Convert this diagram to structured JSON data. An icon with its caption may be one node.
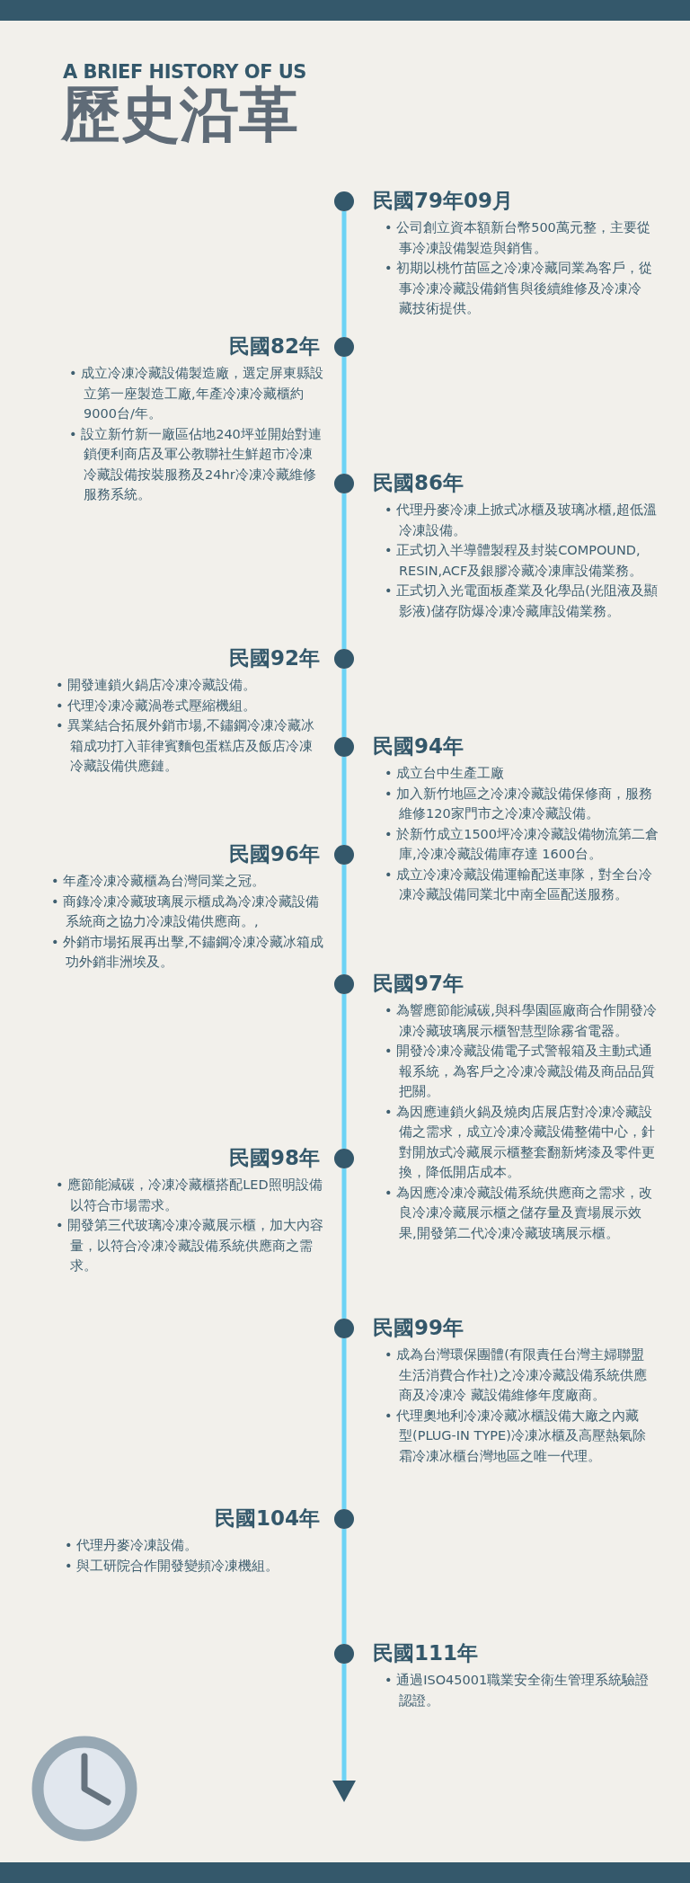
{
  "diagram": {
    "title": "歷史沿革",
    "nodes": [
      {
        "text": [],
        "shape": "circle",
        "beside": [
          "民國79年09月",
          "• 公司創立資本額新台幣500萬元整，主要從事冷凍設備製造與銷售。",
          "• 初期以桃竹苗區之冷凍冷藏同業為客戶，從事冷凍冷藏設備銷售與後續維修及冷凍冷藏技術提供。"
        ]
      },
      {
        "text": [],
        "shape": "circle",
        "beside": [
          "民國82年",
          "• 成立冷凍冷藏設備製造廠，選定屏東縣設立第一座製造工廠,年產冷凍冷藏櫃約9000台/年。",
          "• 設立新竹新一廠區佔地240坪並開始對連鎖便利商店及軍公教聯社生鮮超市冷凍冷藏設備按裝服務及24hr冷凍冷藏維修服務系統。"
        ]
      },
      {
        "text": [],
        "shape": "circle",
        "beside": [
          "民國86年",
          "• 代理丹麥冷凍上掀式冰櫃及玻璃冰櫃,超低溫冷凍設備。",
          "• 正式切入半導體製程及封裝COMPOUND, RESIN,ACF及銀膠冷藏冷凍庫設備業務。",
          "• 正式切入光電面板產業及化學品(光阻液及顯影液)儲存防爆冷凍冷藏庫設備業務。"
        ]
      },
      {
        "text": [],
        "shape": "circle",
        "beside": [
          "民國92年",
          "• 開發連鎖火鍋店冷凍冷藏設備。",
          "• 代理冷凍冷藏渦卷式壓縮機組。",
          "• 異業結合拓展外銷市場,不鏽鋼冷凍冷藏冰箱成功打入菲律賓麵包蛋糕店及飯店冷凍冷藏設備供應鏈。"
        ]
      },
      {
        "text": [],
        "shape": "circle",
        "beside": [
          "民國94年",
          "• 成立台中生產工廠",
          "• 加入新竹地區之冷凍冷藏設備保修商，服務維修120家門市之冷凍冷藏設備。",
          "• 於新竹成立1500坪冷凍冷藏設備物流第二倉庫,冷凍冷藏設備庫存達 1600台。",
          "• 成立冷凍冷藏設備運輸配送車隊，對全台冷凍冷藏設備同業北中南全區配送服務。"
        ]
      },
      {
        "text": [],
        "shape": "circle",
        "beside": [
          "民國96年",
          "• 年產冷凍冷藏櫃為台灣同業之冠。",
          "• 商錄冷凍冷藏玻璃展示櫃成為冷凍冷藏設備系統商之協力冷凍設備供應商。,",
          "• 外銷市場拓展再出擊,不鏽鋼冷凍冷藏冰箱成功外銷非洲埃及。"
        ]
      },
      {
        "text": [],
        "shape": "circle",
        "beside": [
          "民國97年",
          "• 為響應節能減碳,與科學園區廠商合作開發冷凍冷藏玻璃展示櫃智慧型除霧省電器。",
          "• 開發冷凍冷藏設備電子式警報箱及主動式通報系統，為客戶之冷凍冷藏設備及商品品質把關。",
          "• 為因應連鎖火鍋及燒肉店展店對冷凍冷藏設備之需求，成立冷凍冷藏設備整備中心，針對開放式冷藏展示櫃整套翻新烤漆及零件更換，降低開店成本。",
          "• 為因應冷凍冷藏設備系統供應商之需求，改良冷凍冷藏展示櫃之儲存量及賣場展示效果,開發第二代冷凍冷藏玻璃展示櫃。"
        ]
      },
      {
        "text": [],
        "shape": "circle",
        "beside": [
          "民國98年",
          "• 應節能減碳，冷凍冷藏櫃搭配LED照明設備以符合市場需求。",
          "• 開發第三代玻璃冷凍冷藏展示櫃，加大內容量，以符合冷凍冷藏設備系統供應商之需求。"
        ]
      },
      {
        "text": [],
        "shape": "circle",
        "beside": [
          "民國99年",
          "• 成為台灣環保團體(有限責任台灣主婦聯盟生活消費合作社)之冷凍冷藏設備系統供應商及冷凍冷 藏設備維修年度廠商。",
          "• 代理奧地利冷凍冷藏冰櫃設備大廠之內藏型(PLUG-IN TYPE)冷凍冰櫃及高壓熱氣除霜冷凍冰櫃台灣地區之唯一代理。"
        ]
      },
      {
        "text": [],
        "shape": "circle",
        "beside": [
          "民國104年",
          "• 代理丹麥冷凍設備。",
          "• 與工研院合作開發變頻冷凍機組。"
        ]
      },
      {
        "text": [],
        "shape": "circle",
        "beside": [
          "民國111年",
          "• 通過ISO45001職業安全衛生管理系統驗證認證。"
        ]
      }
    ],
    "edges": [
      {
        "from": 0,
        "to": 1,
        "arrow": "none"
      },
      {
        "from": 1,
        "to": 2,
        "arrow": "none"
      },
      {
        "from": 2,
        "to": 3,
        "arrow": "none"
      },
      {
        "from": 3,
        "to": 4,
        "arrow": "none"
      },
      {
        "from": 4,
        "to": 5,
        "arrow": "none"
      },
      {
        "from": 5,
        "to": 6,
        "arrow": "none"
      },
      {
        "from": 6,
        "to": 7,
        "arrow": "none"
      },
      {
        "from": 7,
        "to": 8,
        "arrow": "none"
      },
      {
        "from": 8,
        "to": 9,
        "arrow": "none"
      },
      {
        "from": 9,
        "to": 10,
        "arrow": "none"
      },
      {
        "from": 10,
        "to": null,
        "arrow": "to"
      }
    ],
    "labels": [
      "A BRIEF HISTORY OF US"
    ]
  }
}
